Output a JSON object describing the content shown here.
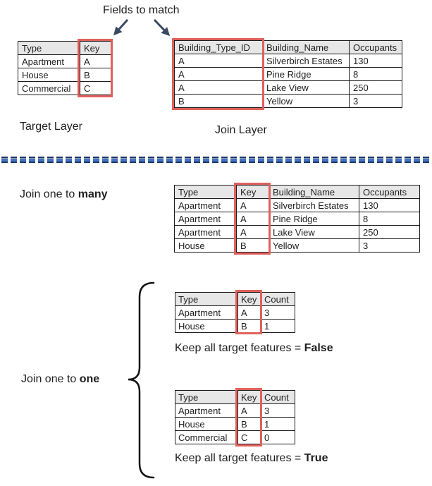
{
  "title": "Fields to match",
  "layers": {
    "target_label": "Target Layer",
    "join_label": "Join Layer"
  },
  "sections": {
    "one_to_many": {
      "prefix": "Join one to ",
      "bold": "many"
    },
    "one_to_one": {
      "prefix": "Join one to ",
      "bold": "one"
    },
    "keep_false": {
      "prefix": "Keep all target features = ",
      "bold": "False"
    },
    "keep_true": {
      "prefix": "Keep all target features = ",
      "bold": "True"
    }
  },
  "tables": {
    "target": {
      "headers": [
        "Type",
        "Key"
      ],
      "rows": [
        [
          "Apartment",
          "A"
        ],
        [
          "House",
          "B"
        ],
        [
          "Commercial",
          "C"
        ]
      ]
    },
    "join": {
      "headers": [
        "Building_Type_ID",
        "Building_Name",
        "Occupants"
      ],
      "rows": [
        [
          "A",
          "Silverbirch Estates",
          "130"
        ],
        [
          "A",
          "Pine Ridge",
          "8"
        ],
        [
          "A",
          "Lake View",
          "250"
        ],
        [
          "B",
          "Yellow",
          "3"
        ]
      ]
    },
    "one_to_many": {
      "headers": [
        "Type",
        "Key",
        "Building_Name",
        "Occupants"
      ],
      "rows": [
        [
          "Apartment",
          "A",
          "Silverbirch Estates",
          "130"
        ],
        [
          "Apartment",
          "A",
          "Pine Ridge",
          "8"
        ],
        [
          "Apartment",
          "A",
          "Lake View",
          "250"
        ],
        [
          "House",
          "B",
          "Yellow",
          "3"
        ]
      ]
    },
    "one_to_one_false": {
      "headers": [
        "Type",
        "Key",
        "Count"
      ],
      "rows": [
        [
          "Apartment",
          "A",
          "3"
        ],
        [
          "House",
          "B",
          "1"
        ]
      ]
    },
    "one_to_one_true": {
      "headers": [
        "Type",
        "Key",
        "Count"
      ],
      "rows": [
        [
          "Apartment",
          "A",
          "3"
        ],
        [
          "House",
          "B",
          "1"
        ],
        [
          "Commercial",
          "C",
          "0"
        ]
      ]
    }
  },
  "colors": {
    "key_highlight": "#e0605c",
    "header_bg": "#e7e7e7",
    "arrow": "#3a4a60",
    "divider_blue": "#4472c4",
    "divider_navy": "#1f3864"
  },
  "icons": {
    "arrow_left": "arrow-down-left",
    "arrow_right": "arrow-down-right",
    "brace": "left-curly-brace"
  }
}
